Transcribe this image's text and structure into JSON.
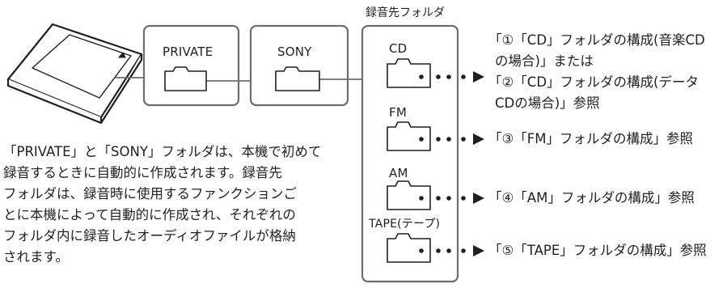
{
  "header": {
    "record_folder_label": "録音先フォルダ"
  },
  "folders": {
    "private": "PRIVATE",
    "sony": "SONY",
    "cd": "CD",
    "fm": "FM",
    "am": "AM",
    "tape": "TAPE(テープ)"
  },
  "references": {
    "cd_line1": "「①「CD」フォルダの構成(音楽CD",
    "cd_line2": "の場合)」または",
    "cd_line3": "「②「CD」フォルダの構成(データ",
    "cd_line4": "CDの場合)」参照",
    "fm": "「③「FM」フォルダの構成」参照",
    "am": "「④「AM」フォルダの構成」参照",
    "tape": "「⑤「TAPE」フォルダの構成」参照"
  },
  "description": {
    "line1": "「PRIVATE」と「SONY」フォルダは、本機で初めて",
    "line2": "録音するときに自動的に作成されます。録音先",
    "line3": "フォルダは、録音時に使用するファンクションご",
    "line4": "とに本機によって自動的に作成され、それぞれの",
    "line5": "フォルダ内に録音したオーディオファイルが格納",
    "line6": "されます。"
  },
  "colors": {
    "stroke": "#231f20",
    "box_stroke": "#6d6e71"
  },
  "icons": [
    "sd-card-icon",
    "folder-icon",
    "arrow-right-icon"
  ]
}
